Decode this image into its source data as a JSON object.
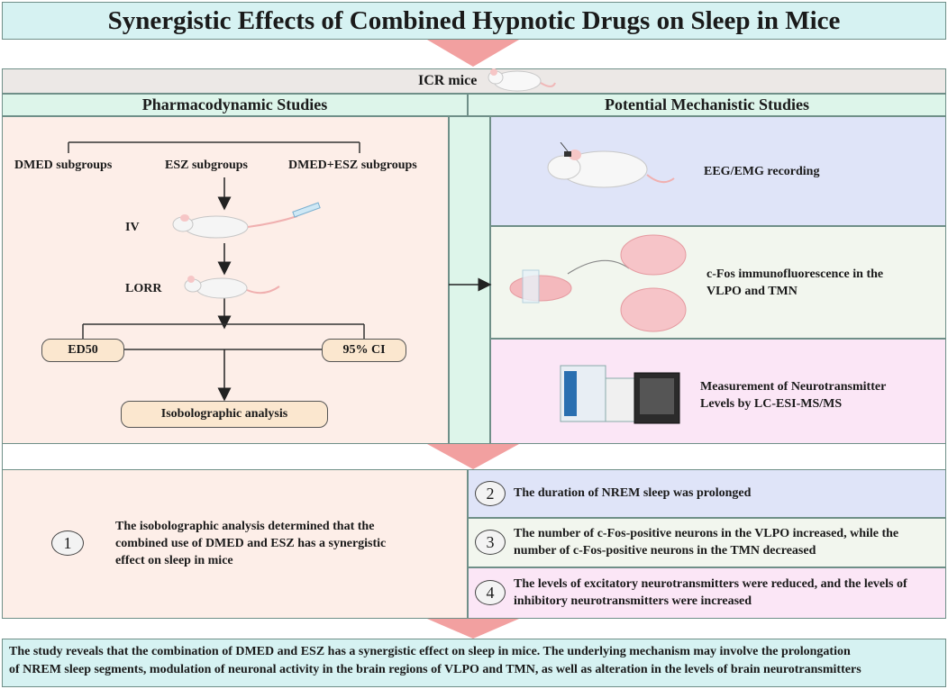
{
  "title": "Synergistic Effects of Combined Hypnotic Drugs on Sleep in Mice",
  "subject": "ICR mice",
  "sections": {
    "left": "Pharmacodynamic Studies",
    "right": "Potential Mechanistic Studies"
  },
  "pharmacodynamic": {
    "subgroups": [
      "DMED subgroups",
      "ESZ subgroups",
      "DMED+ESZ subgroups"
    ],
    "iv": "IV",
    "lorr": "LORR",
    "ed50": "ED50",
    "ci": "95% CI",
    "isobolographic": "Isobolographic analysis"
  },
  "mechanistic": {
    "eeg": "EEG/EMG recording",
    "cfos_line1": "c-Fos immunofluorescence in the",
    "cfos_line2": "VLPO and TMN",
    "neuro_line1": "Measurement of Neurotransmitter",
    "neuro_line2": "Levels by LC-ESI-MS/MS"
  },
  "results": {
    "r1": {
      "num": "1",
      "line1": "The isobolographic analysis determined that the",
      "line2": "combined use of DMED and ESZ has a synergistic",
      "line3": "effect on sleep in mice"
    },
    "r2": {
      "num": "2",
      "line1": "The duration of NREM sleep was prolonged"
    },
    "r3": {
      "num": "3",
      "line1": "The number of c-Fos-positive neurons in the VLPO increased, while the",
      "line2": "number of c-Fos-positive neurons in the TMN decreased"
    },
    "r4": {
      "num": "4",
      "line1": "The levels of excitatory neurotransmitters were reduced, and the levels of",
      "line2": "inhibitory neurotransmitters were increased"
    }
  },
  "conclusion": {
    "line1": "The study reveals that the combination of DMED and ESZ has a synergistic effect on sleep in mice. The underlying mechanism may involve the prolongation",
    "line2": "of NREM sleep segments, modulation of neuronal activity in the brain regions of VLPO and TMN, as well as alteration in the levels of brain neurotransmitters"
  },
  "colors": {
    "title_bg": "#d6f2f2",
    "section_bg": "#ddf5ea",
    "pharm_bg": "#fdeee8",
    "eeg_bg": "#dfe4f8",
    "cfos_bg": "#f2f6ee",
    "neuro_bg": "#fbe6f6",
    "pill_bg": "#fbe7cf",
    "arrow": "#f2a0a0",
    "conclusion_bg": "#d6f2f2"
  }
}
